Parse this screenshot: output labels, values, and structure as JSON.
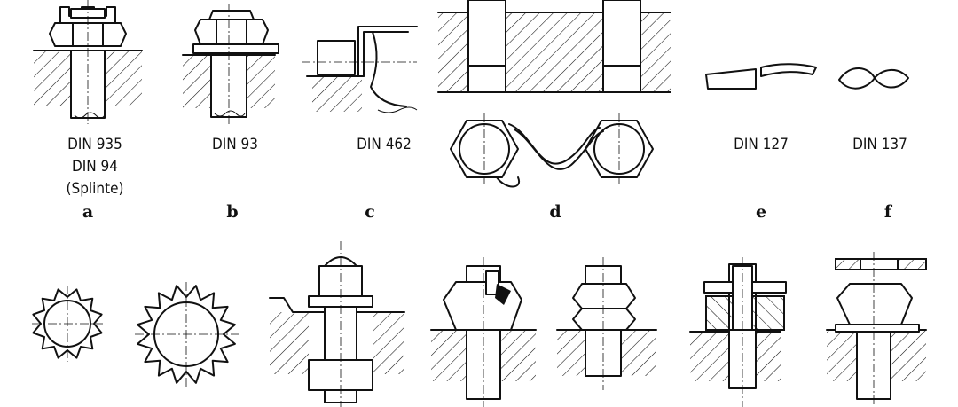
{
  "labels": {
    "a1": "DIN 935",
    "a2": "DIN 94",
    "a3": "(Splinte)",
    "b": "DIN 93",
    "c": "DIN 462",
    "e": "DIN 127",
    "f": "DIN 137"
  },
  "letters": {
    "a": "a",
    "b": "b",
    "c": "c",
    "d": "d",
    "e": "e",
    "f": "f"
  }
}
